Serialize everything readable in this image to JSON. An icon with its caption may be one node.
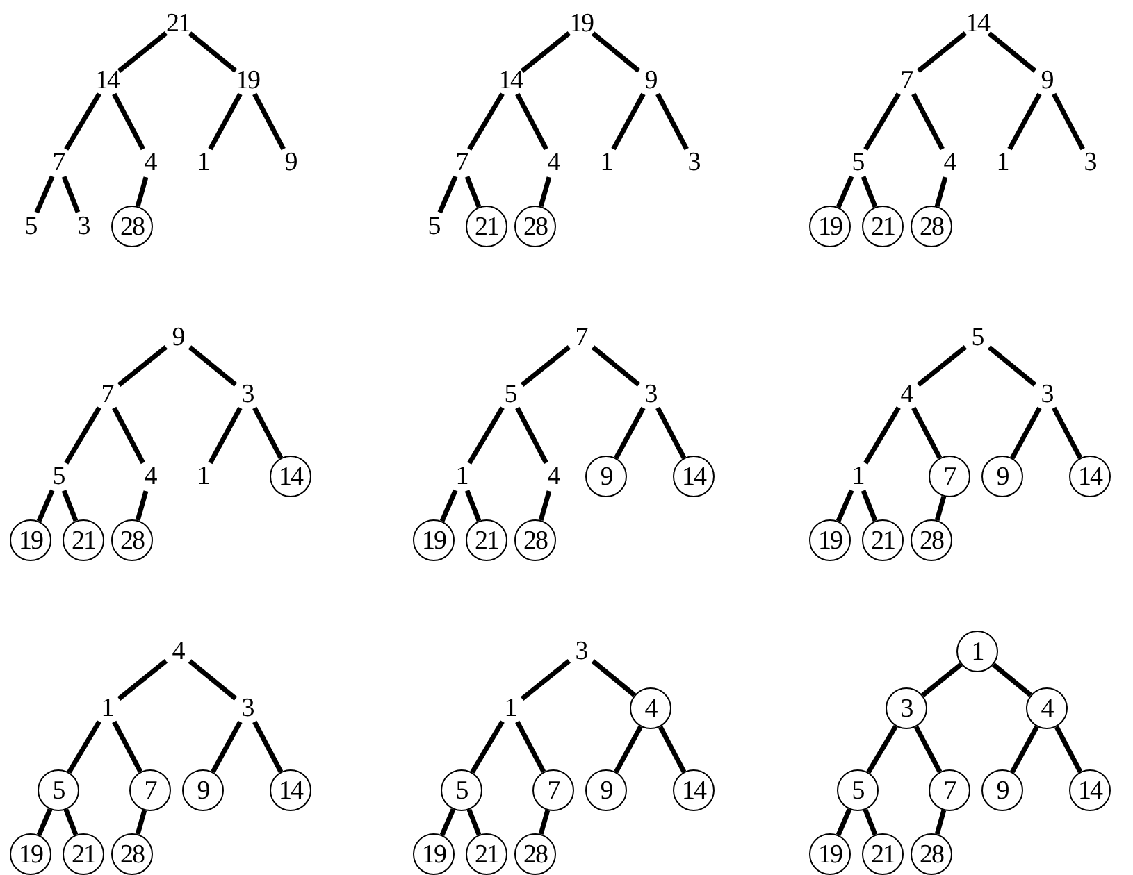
{
  "diagram": {
    "nodes": [
      {
        "text": [
          "21"
        ]
      },
      {
        "text": [
          "14"
        ]
      },
      {
        "text": [
          "19"
        ]
      },
      {
        "text": [
          "7"
        ]
      },
      {
        "text": [
          "4"
        ]
      },
      {
        "text": [
          "1"
        ]
      },
      {
        "text": [
          "9"
        ]
      },
      {
        "text": [
          "5"
        ]
      },
      {
        "text": [
          "3"
        ]
      },
      {
        "text": [
          "28"
        ]
      },
      {
        "text": [
          "19"
        ]
      },
      {
        "text": [
          "14"
        ]
      },
      {
        "text": [
          "9"
        ]
      },
      {
        "text": [
          "7"
        ]
      },
      {
        "text": [
          "4"
        ]
      },
      {
        "text": [
          "1"
        ]
      },
      {
        "text": [
          "3"
        ]
      },
      {
        "text": [
          "5"
        ]
      },
      {
        "text": [
          "21"
        ]
      },
      {
        "text": [
          "28"
        ]
      },
      {
        "text": [
          "14"
        ]
      },
      {
        "text": [
          "7"
        ]
      },
      {
        "text": [
          "9"
        ]
      },
      {
        "text": [
          "5"
        ]
      },
      {
        "text": [
          "4"
        ]
      },
      {
        "text": [
          "1"
        ]
      },
      {
        "text": [
          "3"
        ]
      },
      {
        "text": [
          "19"
        ]
      },
      {
        "text": [
          "21"
        ]
      },
      {
        "text": [
          "28"
        ]
      },
      {
        "text": [
          "9"
        ]
      },
      {
        "text": [
          "7"
        ]
      },
      {
        "text": [
          "3"
        ]
      },
      {
        "text": [
          "5"
        ]
      },
      {
        "text": [
          "4"
        ]
      },
      {
        "text": [
          "1"
        ]
      },
      {
        "text": [
          "14"
        ]
      },
      {
        "text": [
          "19"
        ]
      },
      {
        "text": [
          "21"
        ]
      },
      {
        "text": [
          "28"
        ]
      },
      {
        "text": [
          "7"
        ]
      },
      {
        "text": [
          "5"
        ]
      },
      {
        "text": [
          "3"
        ]
      },
      {
        "text": [
          "1"
        ]
      },
      {
        "text": [
          "4"
        ]
      },
      {
        "text": [
          "9"
        ]
      },
      {
        "text": [
          "14"
        ]
      },
      {
        "text": [
          "19"
        ]
      },
      {
        "text": [
          "21"
        ]
      },
      {
        "text": [
          "28"
        ]
      },
      {
        "text": [
          "5"
        ]
      },
      {
        "text": [
          "4"
        ]
      },
      {
        "text": [
          "3"
        ]
      },
      {
        "text": [
          "1"
        ]
      },
      {
        "text": [
          "7"
        ]
      },
      {
        "text": [
          "9"
        ]
      },
      {
        "text": [
          "14"
        ]
      },
      {
        "text": [
          "19"
        ]
      },
      {
        "text": [
          "21"
        ]
      },
      {
        "text": [
          "28"
        ]
      },
      {
        "text": [
          "4"
        ]
      },
      {
        "text": [
          "1"
        ]
      },
      {
        "text": [
          "3"
        ]
      },
      {
        "text": [
          "5"
        ]
      },
      {
        "text": [
          "7"
        ]
      },
      {
        "text": [
          "9"
        ]
      },
      {
        "text": [
          "14"
        ]
      },
      {
        "text": [
          "19"
        ]
      },
      {
        "text": [
          "21"
        ]
      },
      {
        "text": [
          "28"
        ]
      },
      {
        "text": [
          "3"
        ]
      },
      {
        "text": [
          "1"
        ]
      },
      {
        "text": [
          "4"
        ]
      },
      {
        "text": [
          "5"
        ]
      },
      {
        "text": [
          "7"
        ]
      },
      {
        "text": [
          "9"
        ]
      },
      {
        "text": [
          "14"
        ]
      },
      {
        "text": [
          "19"
        ]
      },
      {
        "text": [
          "21"
        ]
      },
      {
        "text": [
          "28"
        ]
      },
      {
        "text": [
          "1"
        ]
      },
      {
        "text": [
          "3"
        ]
      },
      {
        "text": [
          "4"
        ]
      },
      {
        "text": [
          "5"
        ]
      },
      {
        "text": [
          "7"
        ]
      },
      {
        "text": [
          "9"
        ]
      },
      {
        "text": [
          "14"
        ]
      },
      {
        "text": [
          "19"
        ]
      },
      {
        "text": [
          "21"
        ]
      },
      {
        "text": [
          "28"
        ]
      }
    ],
    "edges": [
      {
        "from": 0,
        "to": 1,
        "arrow": "none"
      },
      {
        "from": 0,
        "to": 2,
        "arrow": "none"
      },
      {
        "from": 1,
        "to": 3,
        "arrow": "none"
      },
      {
        "from": 1,
        "to": 4,
        "arrow": "none"
      },
      {
        "from": 2,
        "to": 5,
        "arrow": "none"
      },
      {
        "from": 2,
        "to": 6,
        "arrow": "none"
      },
      {
        "from": 3,
        "to": 7,
        "arrow": "none"
      },
      {
        "from": 3,
        "to": 8,
        "arrow": "none"
      },
      {
        "from": 4,
        "to": 9,
        "arrow": "none"
      },
      {
        "from": 10,
        "to": 11,
        "arrow": "none"
      },
      {
        "from": 10,
        "to": 12,
        "arrow": "none"
      },
      {
        "from": 11,
        "to": 13,
        "arrow": "none"
      },
      {
        "from": 11,
        "to": 14,
        "arrow": "none"
      },
      {
        "from": 12,
        "to": 15,
        "arrow": "none"
      },
      {
        "from": 12,
        "to": 16,
        "arrow": "none"
      },
      {
        "from": 13,
        "to": 17,
        "arrow": "none"
      },
      {
        "from": 13,
        "to": 18,
        "arrow": "none"
      },
      {
        "from": 14,
        "to": 19,
        "arrow": "none"
      },
      {
        "from": 20,
        "to": 21,
        "arrow": "none"
      },
      {
        "from": 20,
        "to": 22,
        "arrow": "none"
      },
      {
        "from": 21,
        "to": 23,
        "arrow": "none"
      },
      {
        "from": 21,
        "to": 24,
        "arrow": "none"
      },
      {
        "from": 22,
        "to": 25,
        "arrow": "none"
      },
      {
        "from": 22,
        "to": 26,
        "arrow": "none"
      },
      {
        "from": 23,
        "to": 27,
        "arrow": "none"
      },
      {
        "from": 23,
        "to": 28,
        "arrow": "none"
      },
      {
        "from": 24,
        "to": 29,
        "arrow": "none"
      },
      {
        "from": 30,
        "to": 31,
        "arrow": "none"
      },
      {
        "from": 30,
        "to": 32,
        "arrow": "none"
      },
      {
        "from": 31,
        "to": 33,
        "arrow": "none"
      },
      {
        "from": 31,
        "to": 34,
        "arrow": "none"
      },
      {
        "from": 32,
        "to": 35,
        "arrow": "none"
      },
      {
        "from": 32,
        "to": 36,
        "arrow": "none"
      },
      {
        "from": 33,
        "to": 37,
        "arrow": "none"
      },
      {
        "from": 33,
        "to": 38,
        "arrow": "none"
      },
      {
        "from": 34,
        "to": 39,
        "arrow": "none"
      },
      {
        "from": 40,
        "to": 41,
        "arrow": "none"
      },
      {
        "from": 40,
        "to": 42,
        "arrow": "none"
      },
      {
        "from": 41,
        "to": 43,
        "arrow": "none"
      },
      {
        "from": 41,
        "to": 44,
        "arrow": "none"
      },
      {
        "from": 42,
        "to": 45,
        "arrow": "none"
      },
      {
        "from": 42,
        "to": 46,
        "arrow": "none"
      },
      {
        "from": 43,
        "to": 47,
        "arrow": "none"
      },
      {
        "from": 43,
        "to": 48,
        "arrow": "none"
      },
      {
        "from": 44,
        "to": 49,
        "arrow": "none"
      },
      {
        "from": 50,
        "to": 51,
        "arrow": "none"
      },
      {
        "from": 50,
        "to": 52,
        "arrow": "none"
      },
      {
        "from": 51,
        "to": 53,
        "arrow": "none"
      },
      {
        "from": 51,
        "to": 54,
        "arrow": "none"
      },
      {
        "from": 52,
        "to": 55,
        "arrow": "none"
      },
      {
        "from": 52,
        "to": 56,
        "arrow": "none"
      },
      {
        "from": 53,
        "to": 57,
        "arrow": "none"
      },
      {
        "from": 53,
        "to": 58,
        "arrow": "none"
      },
      {
        "from": 54,
        "to": 59,
        "arrow": "none"
      },
      {
        "from": 60,
        "to": 61,
        "arrow": "none"
      },
      {
        "from": 60,
        "to": 62,
        "arrow": "none"
      },
      {
        "from": 61,
        "to": 63,
        "arrow": "none"
      },
      {
        "from": 61,
        "to": 64,
        "arrow": "none"
      },
      {
        "from": 62,
        "to": 65,
        "arrow": "none"
      },
      {
        "from": 62,
        "to": 66,
        "arrow": "none"
      },
      {
        "from": 63,
        "to": 67,
        "arrow": "none"
      },
      {
        "from": 63,
        "to": 68,
        "arrow": "none"
      },
      {
        "from": 64,
        "to": 69,
        "arrow": "none"
      },
      {
        "from": 70,
        "to": 71,
        "arrow": "none"
      },
      {
        "from": 70,
        "to": 72,
        "arrow": "none"
      },
      {
        "from": 71,
        "to": 73,
        "arrow": "none"
      },
      {
        "from": 71,
        "to": 74,
        "arrow": "none"
      },
      {
        "from": 72,
        "to": 75,
        "arrow": "none"
      },
      {
        "from": 72,
        "to": 76,
        "arrow": "none"
      },
      {
        "from": 73,
        "to": 77,
        "arrow": "none"
      },
      {
        "from": 73,
        "to": 78,
        "arrow": "none"
      },
      {
        "from": 74,
        "to": 79,
        "arrow": "none"
      },
      {
        "from": 80,
        "to": 81,
        "arrow": "none"
      },
      {
        "from": 80,
        "to": 82,
        "arrow": "none"
      },
      {
        "from": 81,
        "to": 83,
        "arrow": "none"
      },
      {
        "from": 81,
        "to": 84,
        "arrow": "none"
      },
      {
        "from": 82,
        "to": 85,
        "arrow": "none"
      },
      {
        "from": 82,
        "to": 86,
        "arrow": "none"
      },
      {
        "from": 83,
        "to": 87,
        "arrow": "none"
      },
      {
        "from": 83,
        "to": 88,
        "arrow": "none"
      },
      {
        "from": 84,
        "to": 89,
        "arrow": "none"
      }
    ]
  }
}
